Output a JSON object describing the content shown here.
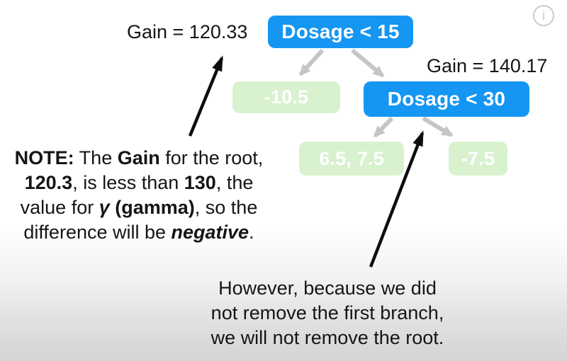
{
  "colors": {
    "node_blue": "#1496f2",
    "node_green": "#d8f2cf",
    "node_text": "#ffffff",
    "edge_gray": "#c5c5c5",
    "annotation_black": "#0d0d0d",
    "info_gray": "#cacaca",
    "bg_bottom": "#d4d4d4",
    "ink": "#151515"
  },
  "tree": {
    "root": {
      "label": "Dosage < 15",
      "gain_label": "Gain = 120.33"
    },
    "left_leaf": {
      "label": "-10.5"
    },
    "right_node": {
      "label": "Dosage < 30",
      "gain_label": "Gain = 140.17"
    },
    "mid_leaf": {
      "label": "6.5, 7.5"
    },
    "right_leaf": {
      "label": "-7.5"
    }
  },
  "note": {
    "l1a": "NOTE:",
    "l1b": " The ",
    "l1c": "Gain",
    "l1d": " for the root,",
    "l2a": "120.3",
    "l2b": ", is less than ",
    "l2c": "130",
    "l2d": ", the",
    "l3a": "value for ",
    "l3b": "γ",
    "l3c": " (gamma)",
    "l3d": ", so the",
    "l4a": "difference will be ",
    "l4b": "negative",
    "l4c": "."
  },
  "footnote": {
    "line1": "However, because we did",
    "line2": "not remove the first branch,",
    "line3": "we will not remove the root."
  },
  "info_icon": {
    "glyph": "i"
  }
}
